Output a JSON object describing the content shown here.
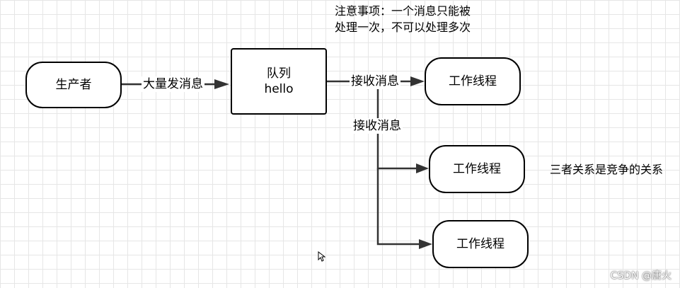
{
  "note": {
    "line1": "注意事项：一个消息只能被",
    "line2": "处理一次，不可以处理多次"
  },
  "nodes": {
    "producer": "生产者",
    "queue_line1": "队列",
    "queue_line2": "hello",
    "worker1": "工作线程",
    "worker2": "工作线程",
    "worker3": "工作线程"
  },
  "edges": {
    "send": "大量发消息",
    "receive1": "接收消息",
    "receive2": "接收消息"
  },
  "relation_note": "三者关系是竞争的关系",
  "watermark": "CSDN @唐火",
  "colors": {
    "line": "#333333",
    "grid": "#e6e6e6"
  }
}
